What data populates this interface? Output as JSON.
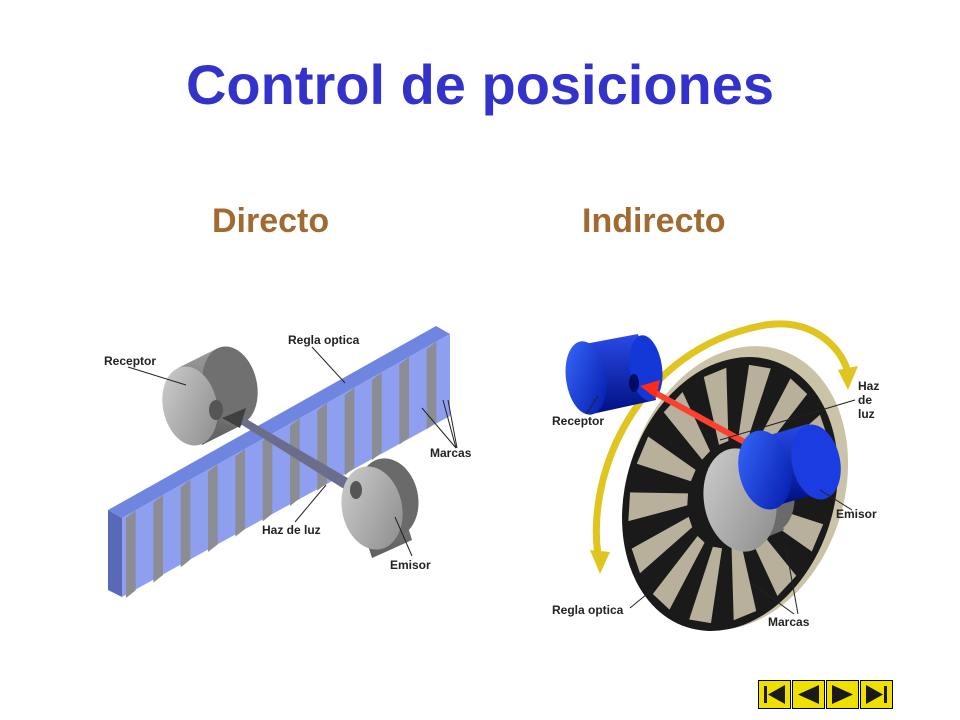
{
  "slide": {
    "title": "Control de posiciones",
    "left_heading": "Directo",
    "right_heading": "Indirecto"
  },
  "direct_diagram": {
    "labels": {
      "receptor": "Receptor",
      "regla": "Regla optica",
      "marcas": "Marcas",
      "haz": "Haz de luz",
      "emisor": "Emisor"
    }
  },
  "indirect_diagram": {
    "labels": {
      "receptor": "Receptor",
      "haz_1": "Haz",
      "haz_2": "de",
      "haz_3": "luz",
      "emisor": "Emisor",
      "regla": "Regla optica",
      "marcas": "Marcas"
    }
  },
  "nav_buttons": [
    {
      "icon": "first-icon"
    },
    {
      "icon": "prev-icon"
    },
    {
      "icon": "next-icon"
    },
    {
      "icon": "last-icon"
    }
  ],
  "colors": {
    "title": "#3333cc",
    "heading": "#a06a30",
    "nav_fill": "#f0e000"
  }
}
